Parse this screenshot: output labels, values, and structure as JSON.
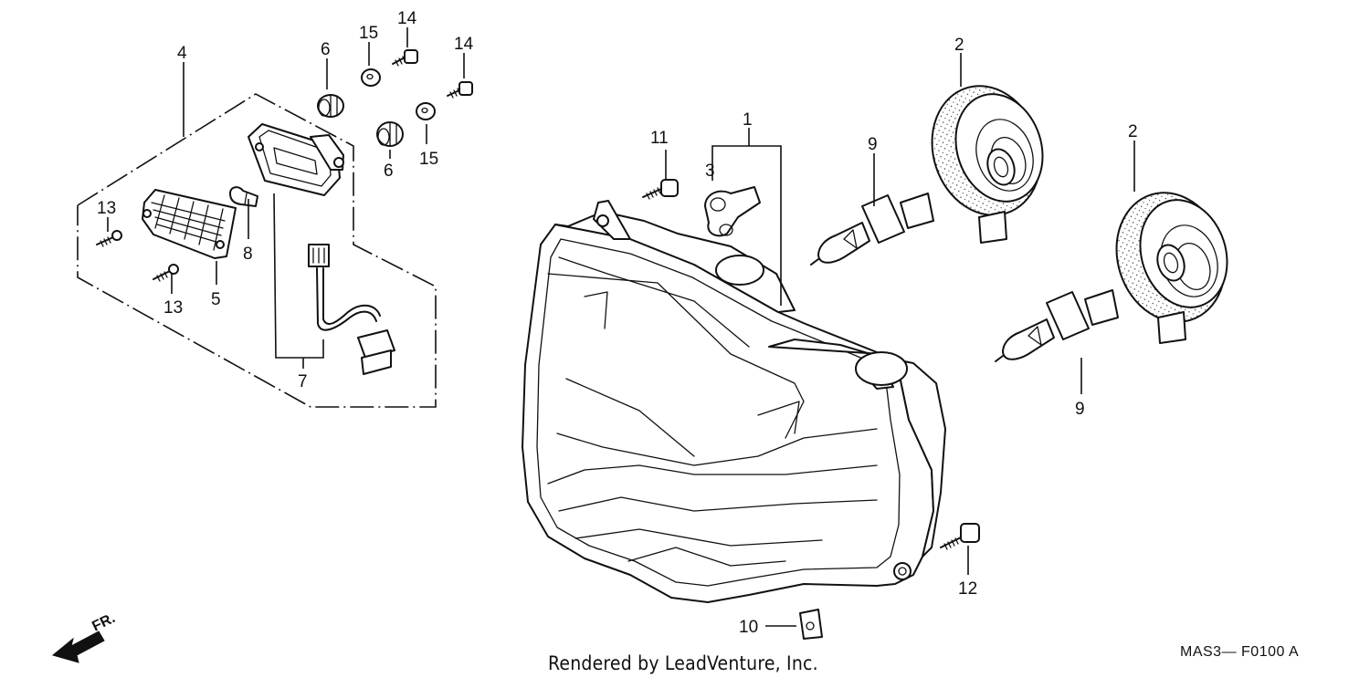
{
  "callouts": {
    "c1": "1",
    "c2a": "2",
    "c2b": "2",
    "c3": "3",
    "c4": "4",
    "c5": "5",
    "c6a": "6",
    "c6b": "6",
    "c7": "7",
    "c8": "8",
    "c9a": "9",
    "c9b": "9",
    "c10": "10",
    "c11": "11",
    "c12": "12",
    "c13a": "13",
    "c13b": "13",
    "c14a": "14",
    "c14b": "14",
    "c15a": "15",
    "c15b": "15"
  },
  "front_arrow": {
    "label": "FR.",
    "icon": "front-arrow-icon"
  },
  "footer": {
    "credit": "Rendered by LeadVenture, Inc.",
    "diagram_code": "MAS3— F0100  A"
  }
}
